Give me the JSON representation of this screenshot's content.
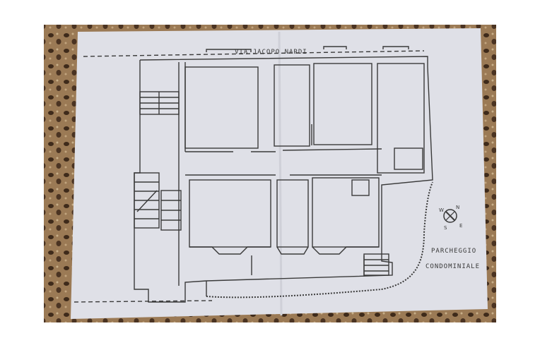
{
  "plan": {
    "street_label": "VIA JACOPO NARDI",
    "parking_line1": "PARCHEGGIO",
    "parking_line2": "CONDOMINIALE",
    "compass": {
      "north": "N",
      "south": "S",
      "west": "W",
      "east": "E"
    }
  },
  "colors": {
    "page_border": "#ffffff",
    "carpet": "#8a6a4a",
    "paper": "#dfe0e6",
    "ink": "#3a3a3a"
  }
}
